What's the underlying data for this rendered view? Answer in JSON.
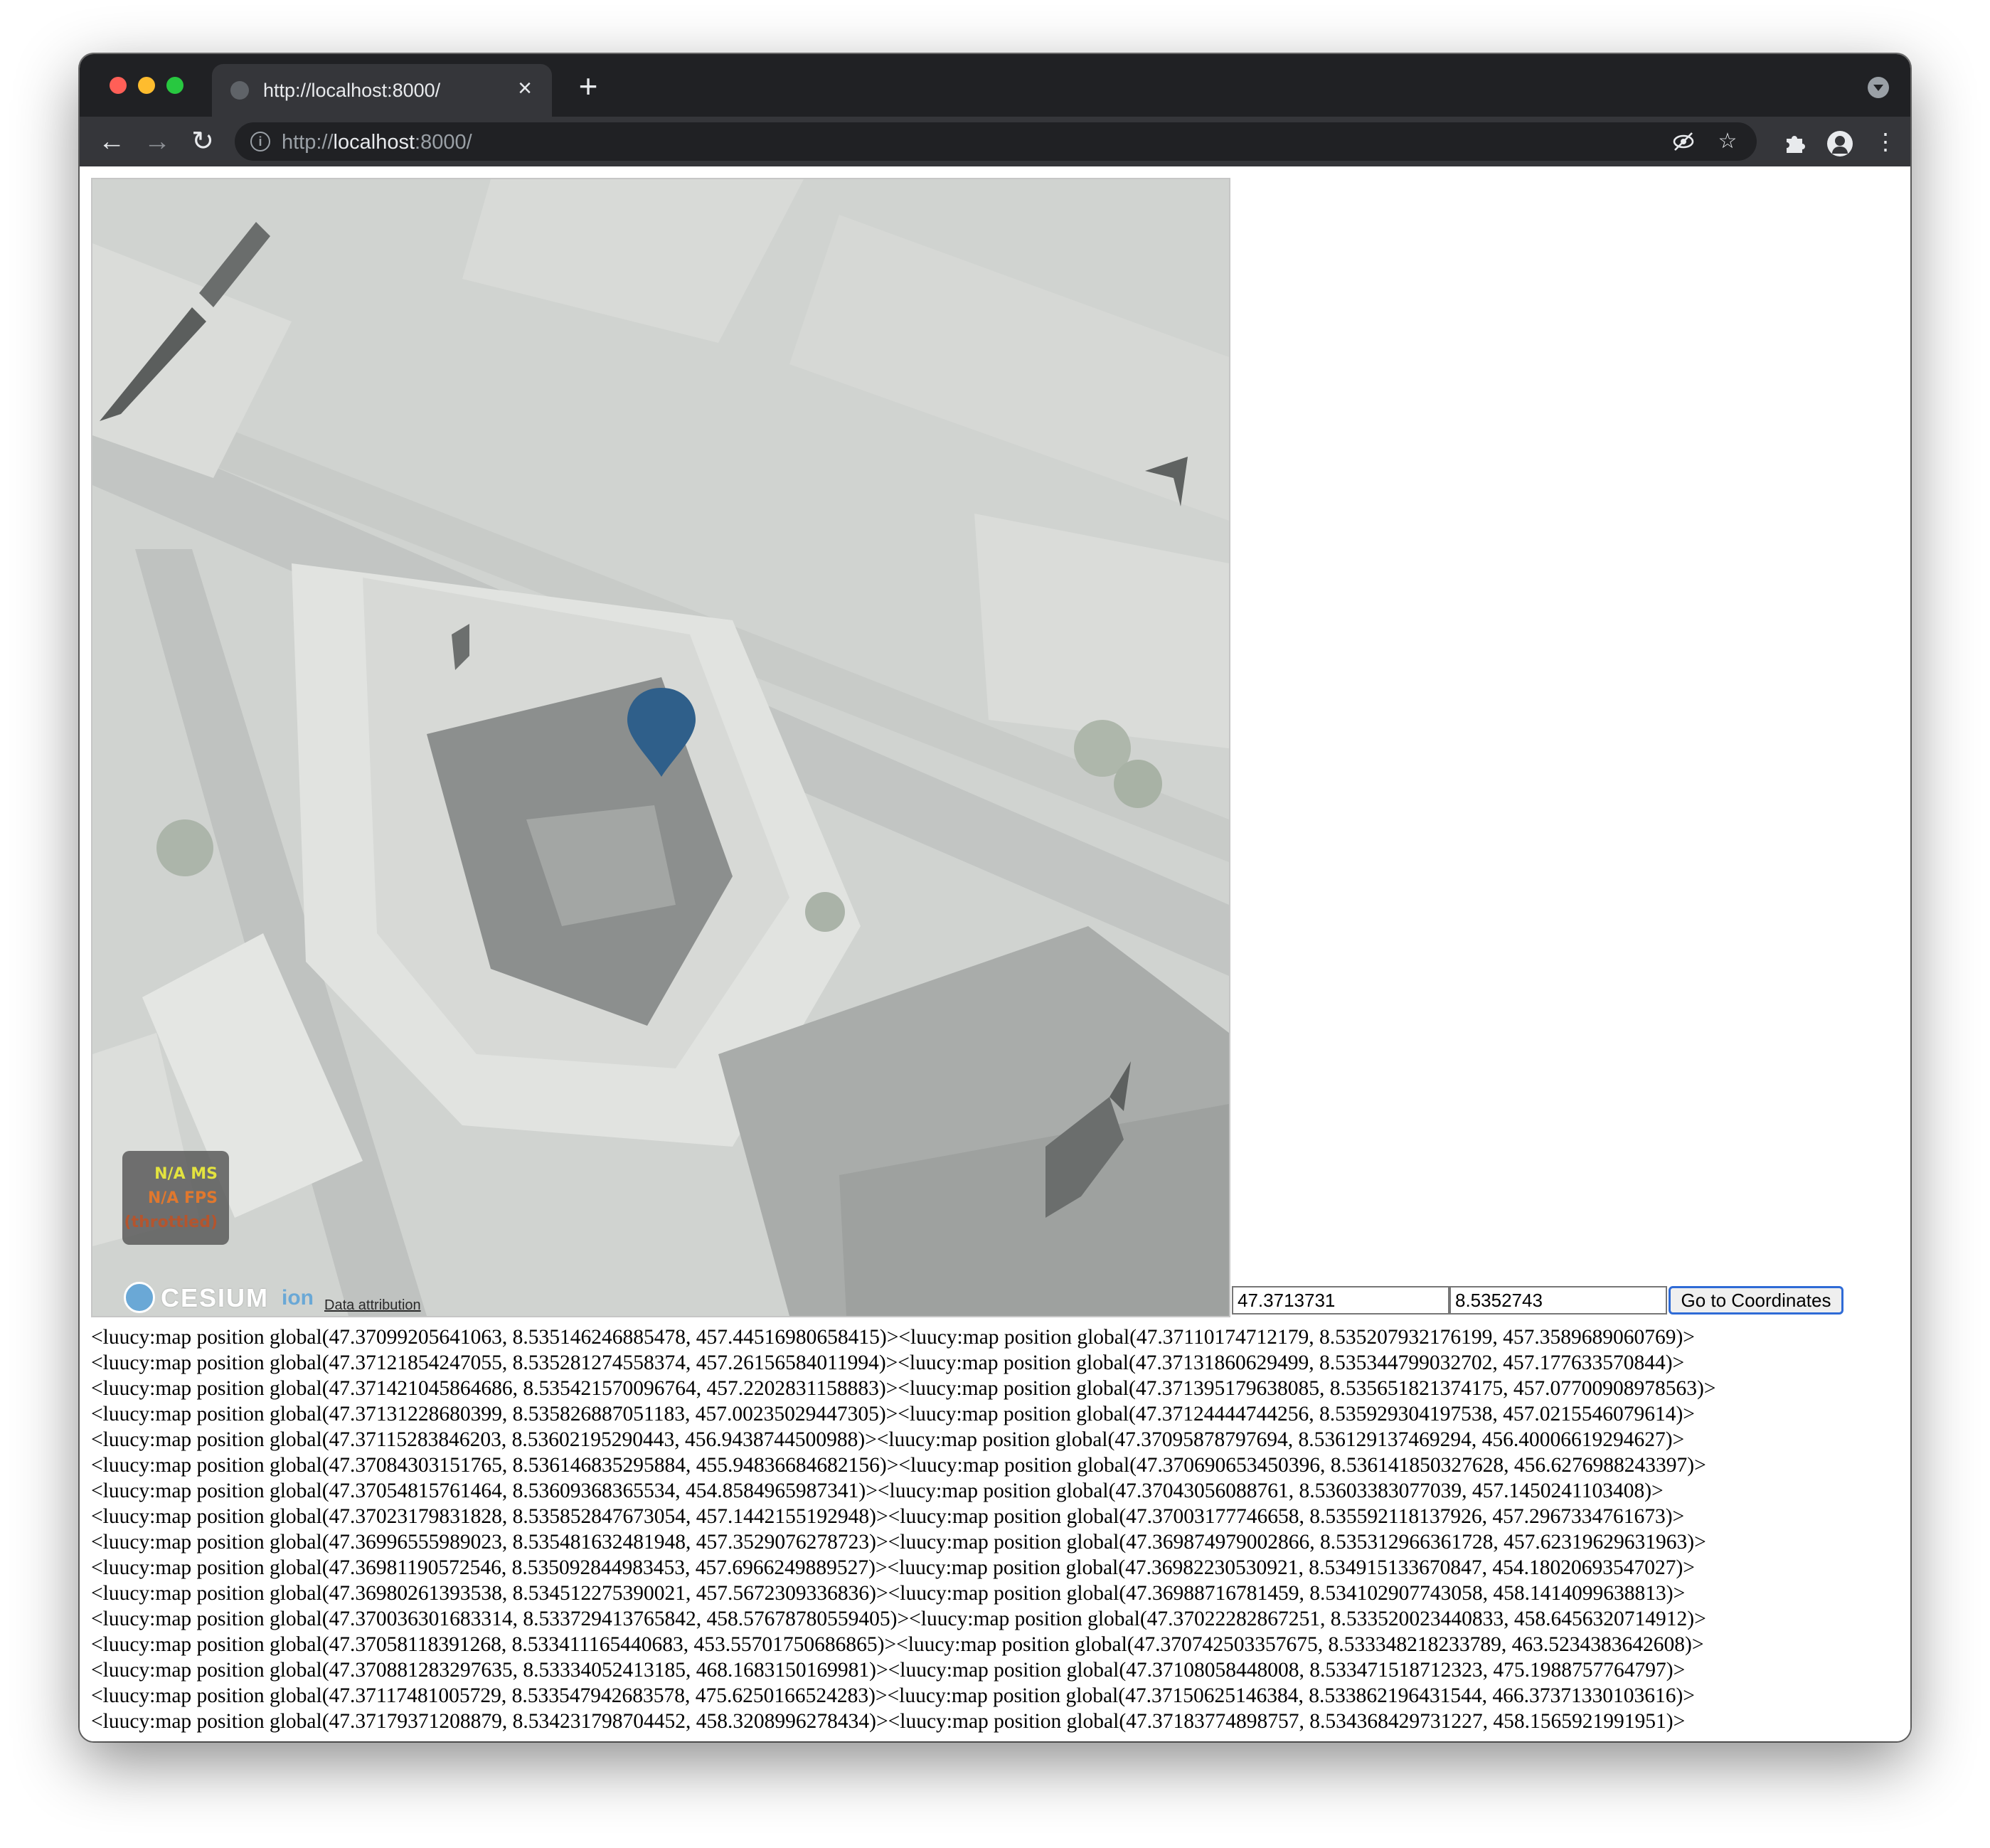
{
  "browser": {
    "tab_title": "http://localhost:8000/",
    "tab_close_glyph": "×",
    "new_tab_glyph": "+",
    "url_scheme": "http://",
    "url_host": "localhost",
    "url_rest": ":8000/",
    "icons": {
      "back": "arrow-left-icon",
      "forward": "arrow-right-icon",
      "reload": "reload-icon",
      "info": "info-icon",
      "eye_off": "eye-off-icon",
      "bookmark": "star-icon",
      "extensions": "puzzle-icon",
      "profile": "profile-icon",
      "menu": "kebab-icon",
      "tab_search": "chevron-down-icon"
    }
  },
  "viewer": {
    "performance": {
      "ms": "N/A MS",
      "fps": "N/A FPS",
      "throttled": "(throttled)"
    },
    "logo_word": "CESIUM",
    "logo_ion": "ion",
    "attribution": "Data attribution",
    "marker_color": "#2f5f8a"
  },
  "controls": {
    "latitude_value": "47.3713731",
    "longitude_value": "8.5352743",
    "go_label": "Go to Coordinates"
  },
  "log_lines": [
    "<luucy:map position global(47.37099205641063, 8.535146246885478, 457.44516980658415)><luucy:map position global(47.37110174712179, 8.535207932176199, 457.3589689060769)>",
    "<luucy:map position global(47.37121854247055, 8.535281274558374, 457.26156584011994)><luucy:map position global(47.37131860629499, 8.535344799032702, 457.177633570844)>",
    "<luucy:map position global(47.371421045864686, 8.535421570096764, 457.2202831158883)><luucy:map position global(47.371395179638085, 8.535651821374175, 457.07700908978563)>",
    "<luucy:map position global(47.37131228680399, 8.535826887051183, 457.00235029447305)><luucy:map position global(47.37124444744256, 8.535929304197538, 457.0215546079614)>",
    "<luucy:map position global(47.37115283846203, 8.53602195290443, 456.9438744500988)><luucy:map position global(47.37095878797694, 8.536129137469294, 456.40006619294627)>",
    "<luucy:map position global(47.37084303151765, 8.536146835295884, 455.94836684682156)><luucy:map position global(47.370690653450396, 8.536141850327628, 456.6276988243397)>",
    "<luucy:map position global(47.37054815761464, 8.53609368365534, 454.8584965987341)><luucy:map position global(47.37043056088761, 8.53603383077039, 457.1450241103408)>",
    "<luucy:map position global(47.37023179831828, 8.535852847673054, 457.1442155192948)><luucy:map position global(47.37003177746658, 8.535592118137926, 457.2967334761673)>",
    "<luucy:map position global(47.36996555989023, 8.535481632481948, 457.3529076278723)><luucy:map position global(47.369874979002866, 8.535312966361728, 457.62319629631963)>",
    "<luucy:map position global(47.36981190572546, 8.535092844983453, 457.6966249889527)><luucy:map position global(47.36982230530921, 8.534915133670847, 454.18020693547027)>",
    "<luucy:map position global(47.36980261393538, 8.534512275390021, 457.5672309336836)><luucy:map position global(47.36988716781459, 8.534102907743058, 458.1414099638813)>",
    "<luucy:map position global(47.370036301683314, 8.533729413765842, 458.57678780559405)><luucy:map position global(47.37022282867251, 8.533520023440833, 458.6456320714912)>",
    "<luucy:map position global(47.37058118391268, 8.533411165440683, 453.55701750686865)><luucy:map position global(47.370742503357675, 8.533348218233789, 463.5234383642608)>",
    "<luucy:map position global(47.370881283297635, 8.53334052413185, 468.1683150169981)><luucy:map position global(47.37108058448008, 8.533471518712323, 475.1988757764797)>",
    "<luucy:map position global(47.37117481005729, 8.533547942683578, 475.6250166524283)><luucy:map position global(47.37150625146384, 8.533862196431544, 466.37371330103616)>",
    "<luucy:map position global(47.37179371208879, 8.534231798704452, 458.3208996278434)><luucy:map position global(47.37183774898757, 8.534368429731227, 458.1565921991951)>"
  ]
}
